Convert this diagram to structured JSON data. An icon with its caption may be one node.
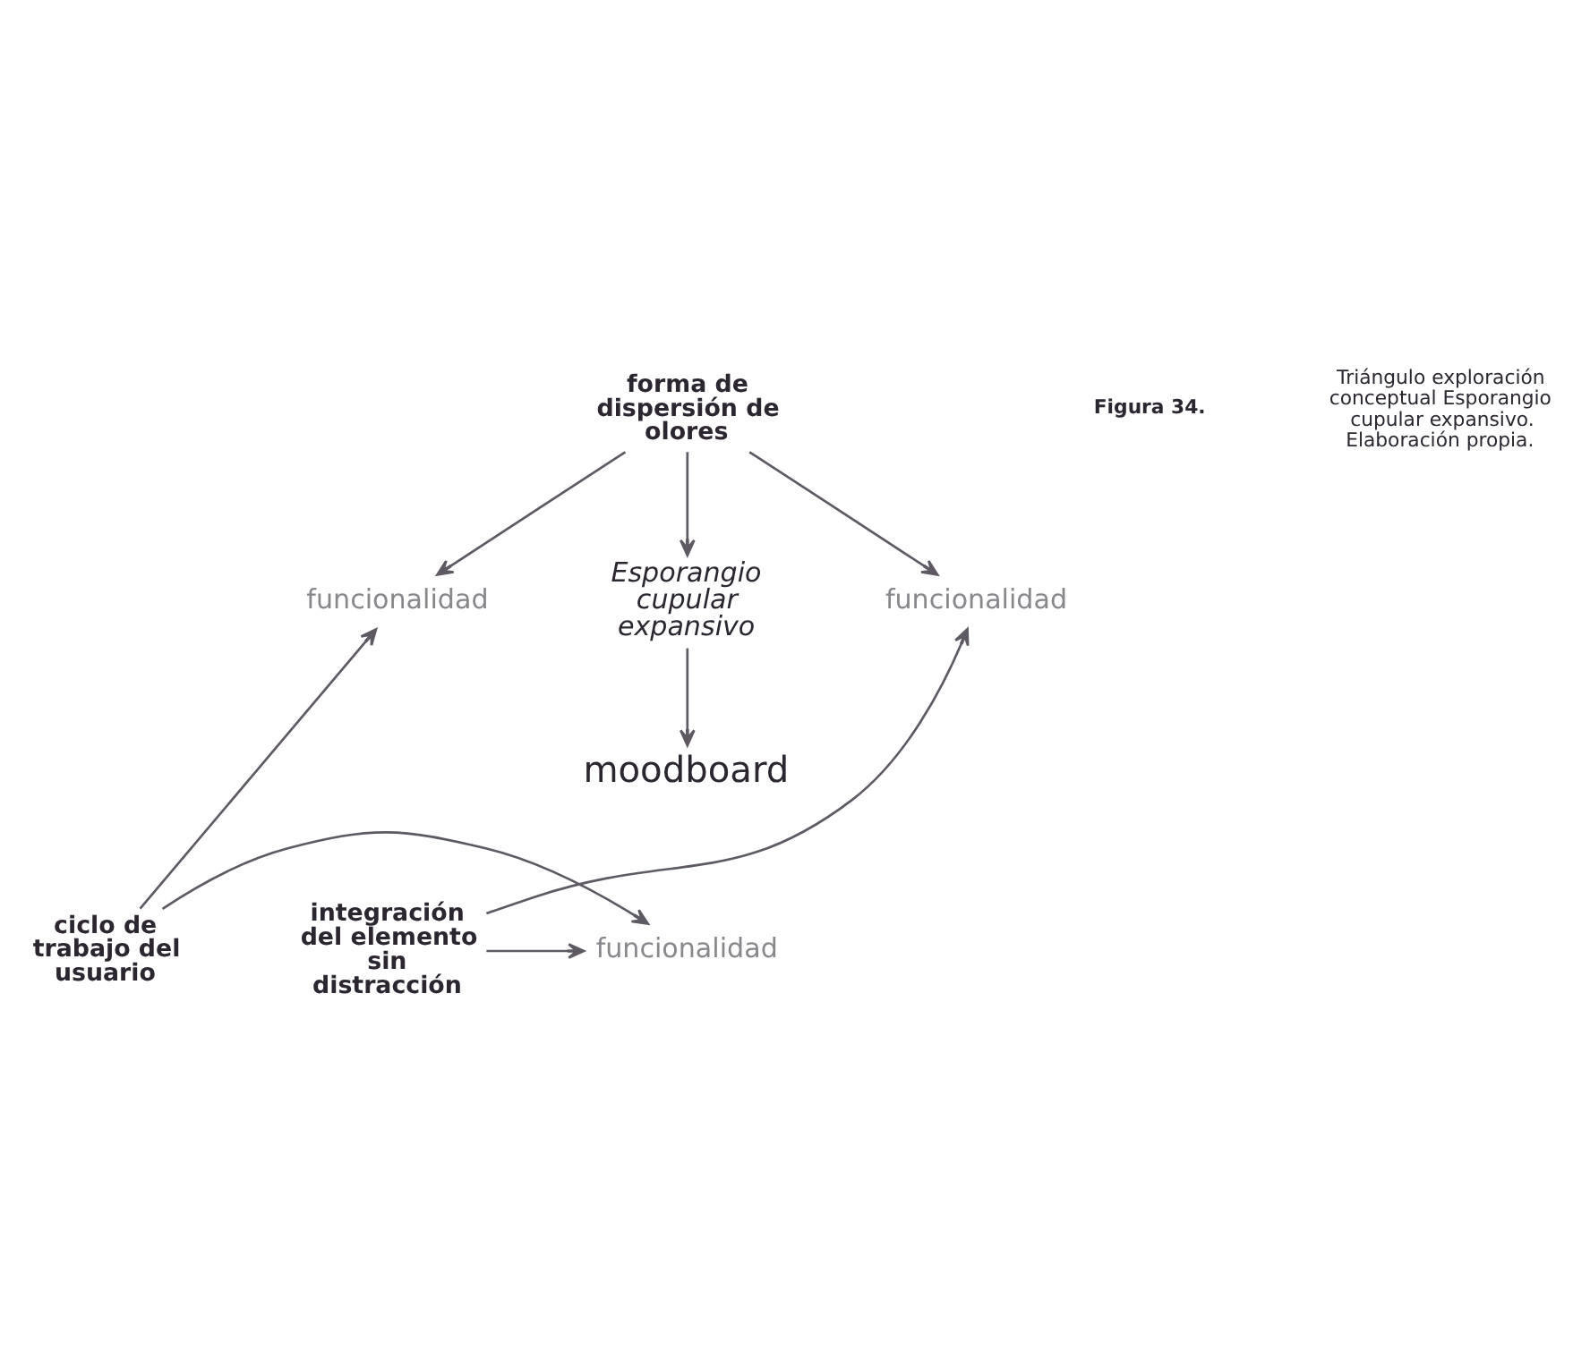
{
  "diagram": {
    "nodes": [
      {
        "text": [
          "forma de dispersión de olores"
        ]
      },
      {
        "text": [
          "funcionalidad"
        ]
      },
      {
        "text": [
          "Esporangio cupular expansivo"
        ]
      },
      {
        "text": [
          "funcionalidad"
        ]
      },
      {
        "text": [
          "moodboard"
        ]
      },
      {
        "text": [
          "ciclo de trabajo del usuario"
        ]
      },
      {
        "text": [
          "funcionalidad"
        ]
      },
      {
        "text": [
          "integración del elemento sin distracción"
        ]
      }
    ],
    "edges": [
      {
        "from": 0,
        "to": 1,
        "arrow": "to"
      },
      {
        "from": 0,
        "to": 2,
        "arrow": "to"
      },
      {
        "from": 0,
        "to": 3,
        "arrow": "to"
      },
      {
        "from": 2,
        "to": 4,
        "arrow": "to"
      },
      {
        "from": 5,
        "to": 1,
        "arrow": "to"
      },
      {
        "from": 5,
        "to": 6,
        "arrow": "to"
      },
      {
        "from": 7,
        "to": 6,
        "arrow": "to"
      },
      {
        "from": 7,
        "to": 3,
        "arrow": "to"
      }
    ],
    "labels": [
      "Figura 34.",
      "Triángulo exploración conceptual Esporangio cupular expansivo. Elaboración propia."
    ]
  }
}
